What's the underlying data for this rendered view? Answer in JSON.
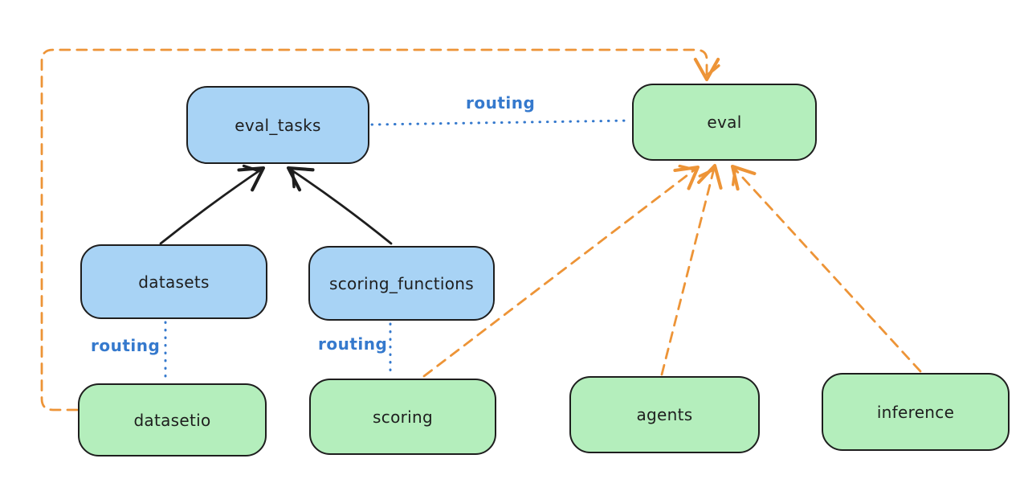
{
  "diagram": {
    "background": "#ffffff",
    "colors": {
      "node_stroke": "#1e1e1e",
      "blue_fill": "#a8d3f5",
      "green_fill": "#b4eebc",
      "orange_line": "#ed9437",
      "blue_line": "#3579cd",
      "black_line": "#1e1e1e"
    },
    "nodes": {
      "eval_tasks": {
        "label": "eval_tasks",
        "fill": "blue"
      },
      "eval": {
        "label": "eval",
        "fill": "green"
      },
      "datasets": {
        "label": "datasets",
        "fill": "blue"
      },
      "scoring_functions": {
        "label": "scoring_functions",
        "fill": "blue"
      },
      "datasetio": {
        "label": "datasetio",
        "fill": "green"
      },
      "scoring": {
        "label": "scoring",
        "fill": "green"
      },
      "agents": {
        "label": "agents",
        "fill": "green"
      },
      "inference": {
        "label": "inference",
        "fill": "green"
      }
    },
    "edges": [
      {
        "from": "datasets",
        "to": "eval_tasks",
        "style": "solid",
        "color": "black",
        "arrow": true,
        "label": ""
      },
      {
        "from": "scoring_functions",
        "to": "eval_tasks",
        "style": "solid",
        "color": "black",
        "arrow": true,
        "label": ""
      },
      {
        "from": "eval_tasks",
        "to": "eval",
        "style": "dotted",
        "color": "blue",
        "arrow": false,
        "label": "routing"
      },
      {
        "from": "datasets",
        "to": "datasetio",
        "style": "dotted",
        "color": "blue",
        "arrow": false,
        "label": "routing"
      },
      {
        "from": "scoring_functions",
        "to": "scoring",
        "style": "dotted",
        "color": "blue",
        "arrow": false,
        "label": "routing"
      },
      {
        "from": "datasetio",
        "to": "eval",
        "style": "dashed",
        "color": "orange",
        "arrow": true,
        "label": ""
      },
      {
        "from": "scoring",
        "to": "eval",
        "style": "dashed",
        "color": "orange",
        "arrow": true,
        "label": ""
      },
      {
        "from": "agents",
        "to": "eval",
        "style": "dashed",
        "color": "orange",
        "arrow": true,
        "label": ""
      },
      {
        "from": "inference",
        "to": "eval",
        "style": "dashed",
        "color": "orange",
        "arrow": true,
        "label": ""
      }
    ]
  }
}
